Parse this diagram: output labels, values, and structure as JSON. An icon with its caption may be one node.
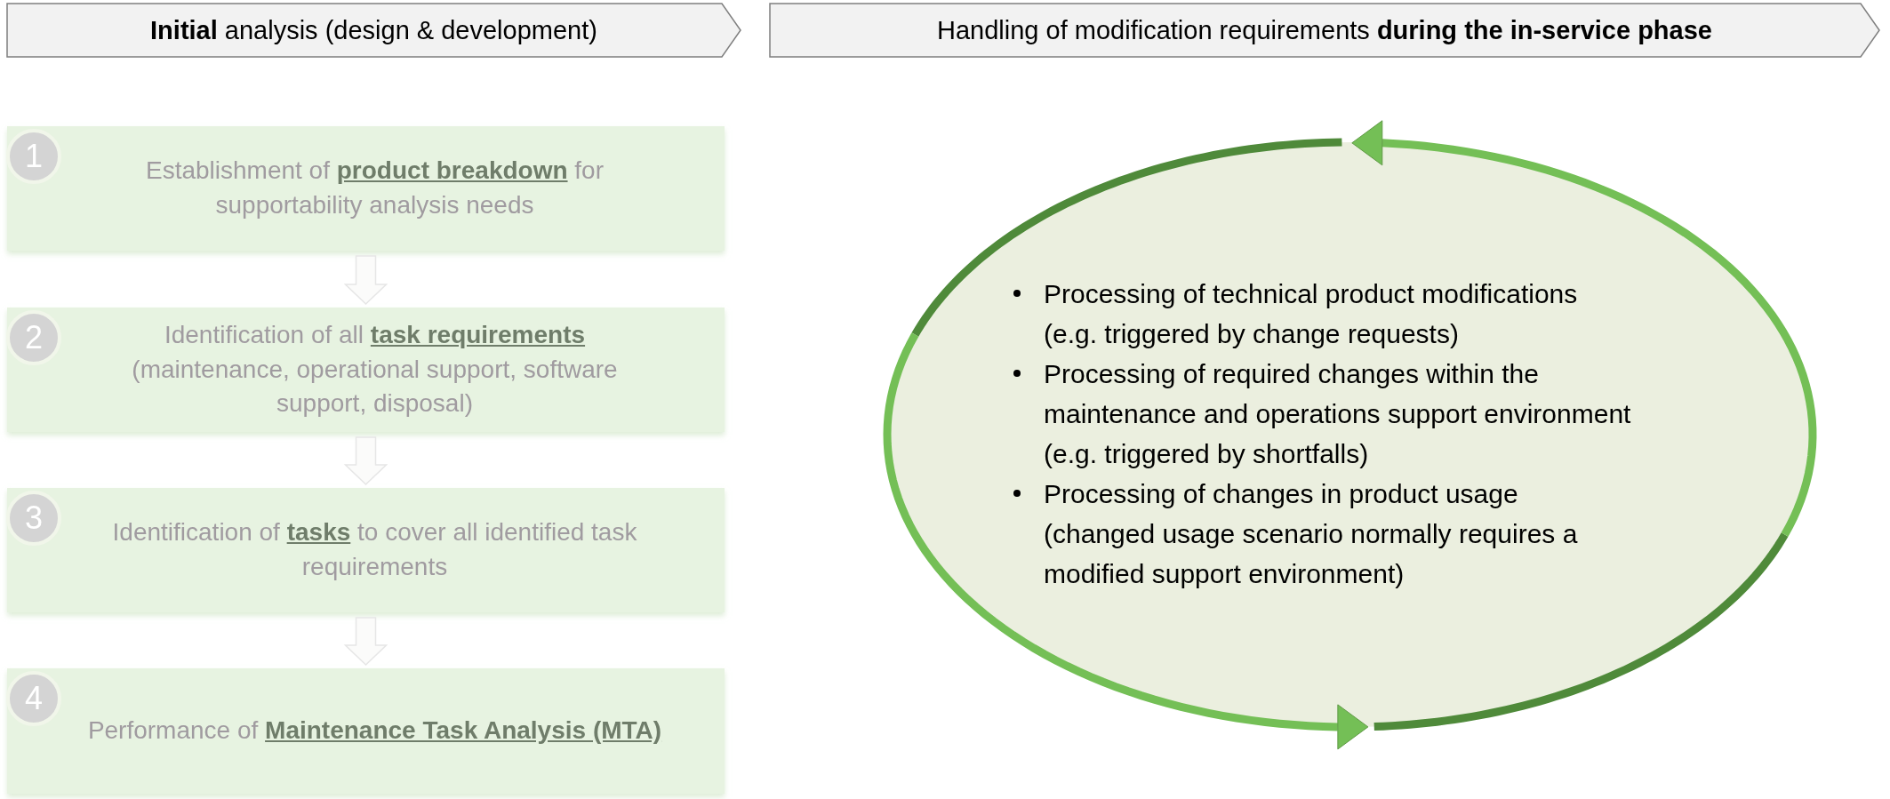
{
  "diagram": {
    "nodes": [
      {
        "text": [
          "**Initial** analysis (design & development)"
        ]
      },
      {
        "text": [
          "Handling of modification requirements **during the in-service phase**"
        ]
      },
      {
        "text": [
          "1",
          "Establishment of **product breakdown** for supportability analysis needs"
        ]
      },
      {
        "text": [
          "2",
          "Identification of all **task requirements** (maintenance, operational support, software support, disposal)"
        ]
      },
      {
        "text": [
          "3",
          "Identification of **tasks** to cover all identified task requirements"
        ]
      },
      {
        "text": [
          "4",
          "Performance of **Maintenance Task Analysis (MTA)**"
        ]
      },
      {
        "text": [
          "Processing of technical product modifications (e.g. triggered by change requests)",
          "Processing of required changes within the maintenance and operations support environment (e.g. triggered by shortfalls)",
          "Processing of changes in product usage (changed usage scenario normally requires a modified support environment)"
        ]
      }
    ],
    "edges": [
      {
        "from": 2,
        "to": 3,
        "arrow": "to"
      },
      {
        "from": 3,
        "to": 4,
        "arrow": "to"
      },
      {
        "from": 4,
        "to": 5,
        "arrow": "to"
      }
    ]
  }
}
